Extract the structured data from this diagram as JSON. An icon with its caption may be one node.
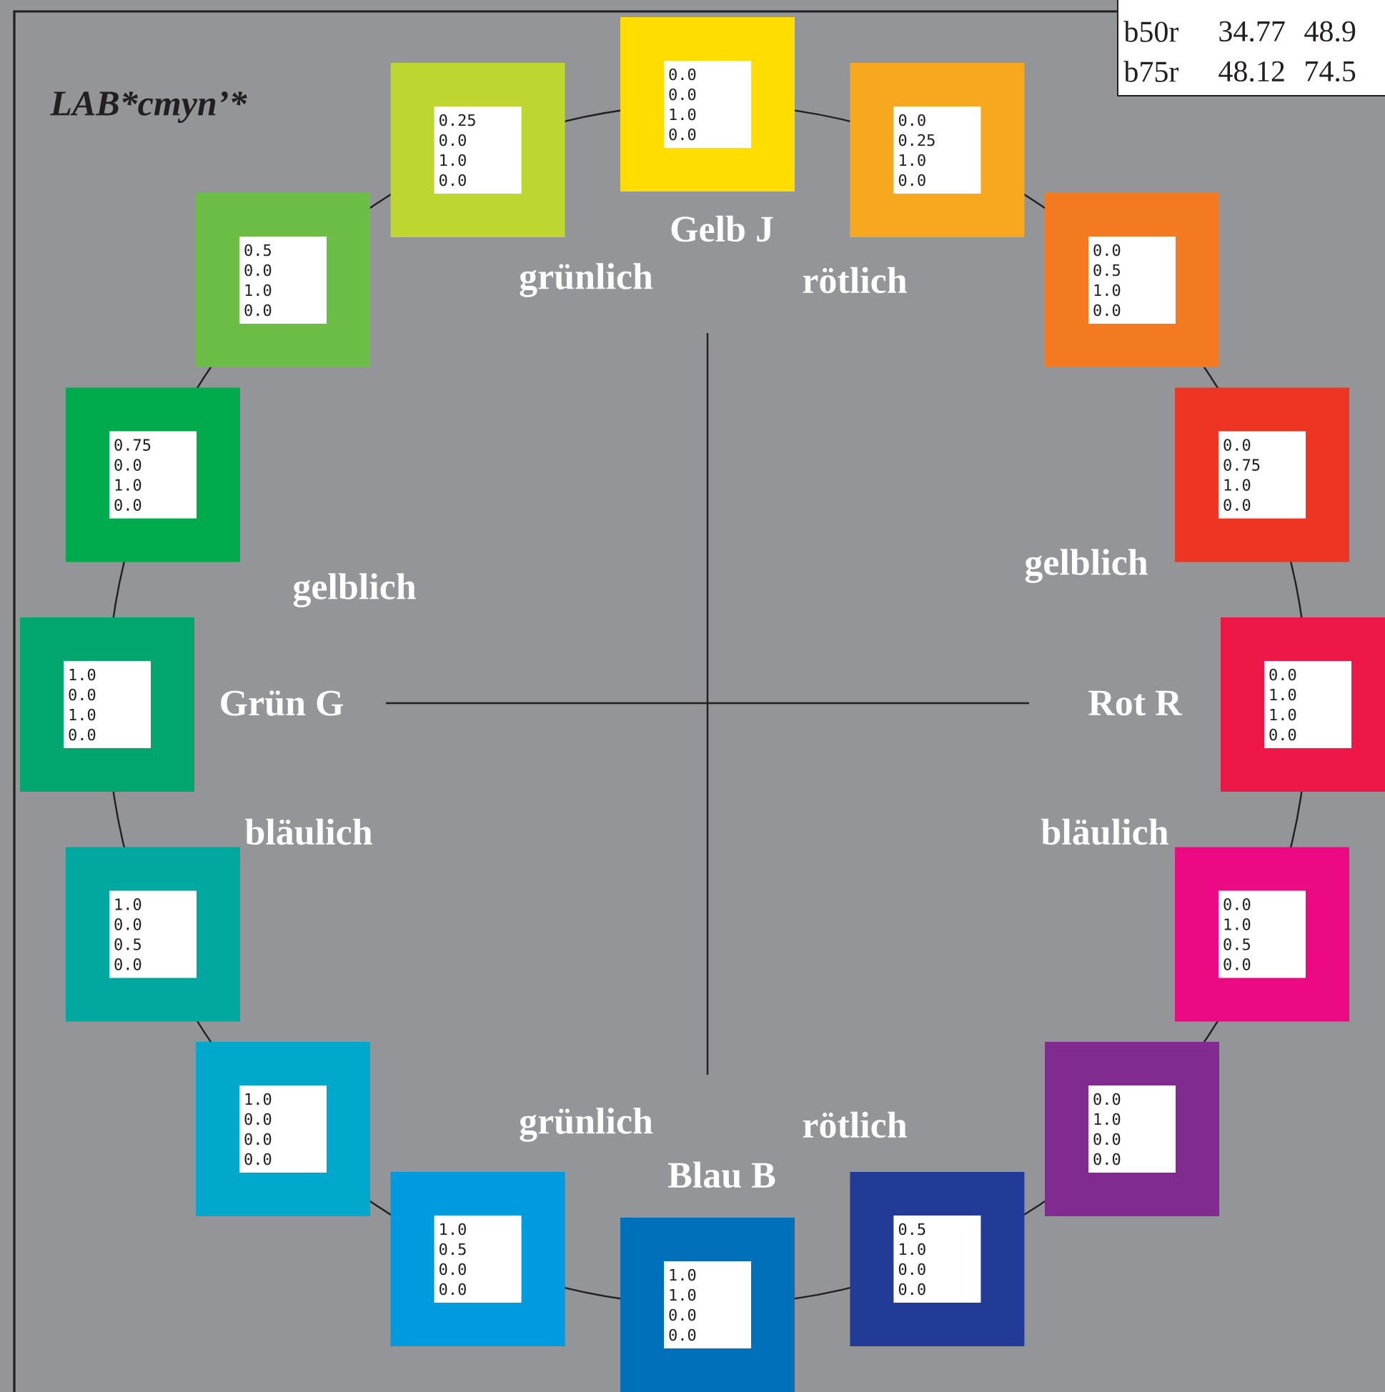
{
  "diagram": {
    "title": "LAB*cmyn’*",
    "nodes": [
      {
        "text": [
          "0.0",
          "0.0",
          "1.0",
          "0.0"
        ]
      },
      {
        "text": [
          "0.0",
          "0.25",
          "1.0",
          "0.0"
        ]
      },
      {
        "text": [
          "0.0",
          "0.5",
          "1.0",
          "0.0"
        ]
      },
      {
        "text": [
          "0.0",
          "0.75",
          "1.0",
          "0.0"
        ]
      },
      {
        "text": [
          "0.0",
          "1.0",
          "1.0",
          "0.0"
        ]
      },
      {
        "text": [
          "0.0",
          "1.0",
          "0.5",
          "0.0"
        ]
      },
      {
        "text": [
          "0.0",
          "1.0",
          "0.0",
          "0.0"
        ]
      },
      {
        "text": [
          "0.5",
          "1.0",
          "0.0",
          "0.0"
        ]
      },
      {
        "text": [
          "1.0",
          "1.0",
          "0.0",
          "0.0"
        ]
      },
      {
        "text": [
          "1.0",
          "0.5",
          "0.0",
          "0.0"
        ]
      },
      {
        "text": [
          "1.0",
          "0.0",
          "0.0",
          "0.0"
        ]
      },
      {
        "text": [
          "1.0",
          "0.0",
          "0.5",
          "0.0"
        ]
      },
      {
        "text": [
          "1.0",
          "0.0",
          "1.0",
          "0.0"
        ]
      },
      {
        "text": [
          "0.75",
          "0.0",
          "1.0",
          "0.0"
        ]
      },
      {
        "text": [
          "0.5",
          "0.0",
          "1.0",
          "0.0"
        ]
      },
      {
        "text": [
          "0.25",
          "0.0",
          "1.0",
          "0.0"
        ]
      }
    ],
    "labels": [
      "b50r",
      "34.77",
      "48.9",
      "b75r",
      "48.12",
      "74.5",
      "Gelb J",
      "grünlich",
      "rötlich",
      "gelblich",
      "gelblich",
      "Grün G",
      "Rot R",
      "bläulich",
      "bläulich",
      "grünlich",
      "rötlich",
      "Blau B"
    ]
  }
}
